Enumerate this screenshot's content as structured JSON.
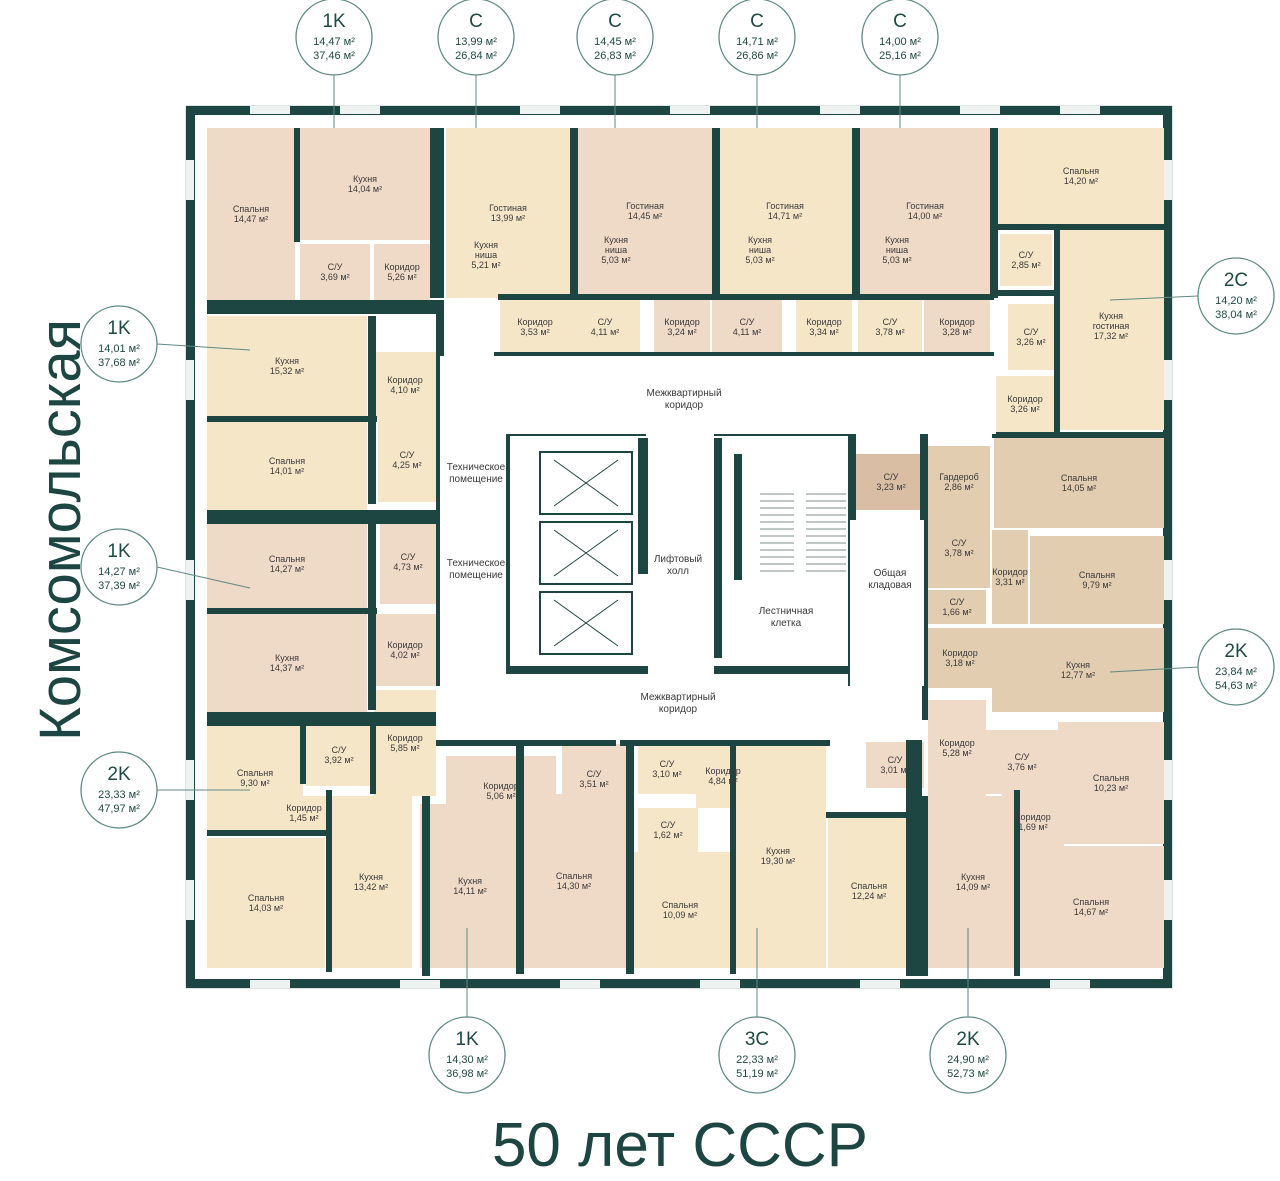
{
  "streets": {
    "left": "Комсомольская",
    "bottom": "50 лет СССР"
  },
  "colors": {
    "wall": "#1d4541",
    "bubble_stroke": "#5f8a84",
    "text": "#1f4a44"
  },
  "apartments": [
    {
      "type": "1K",
      "living": "14,47 м²",
      "total": "37,46 м²"
    },
    {
      "type": "C",
      "living": "13,99 м²",
      "total": "26,84 м²"
    },
    {
      "type": "C",
      "living": "14,45 м²",
      "total": "26,83 м²"
    },
    {
      "type": "C",
      "living": "14,71 м²",
      "total": "26,86 м²"
    },
    {
      "type": "C",
      "living": "14,00 м²",
      "total": "25,16 м²"
    },
    {
      "type": "1K",
      "living": "14,01 м²",
      "total": "37,68 м²"
    },
    {
      "type": "1K",
      "living": "14,27 м²",
      "total": "37,39 м²"
    },
    {
      "type": "2K",
      "living": "23,33 м²",
      "total": "47,97 м²"
    },
    {
      "type": "2C",
      "living": "14,20 м²",
      "total": "38,04 м²"
    },
    {
      "type": "2K",
      "living": "23,84 м²",
      "total": "54,63 м²"
    },
    {
      "type": "1K",
      "living": "14,30 м²",
      "total": "36,98 м²"
    },
    {
      "type": "3C",
      "living": "22,33 м²",
      "total": "51,19 м²"
    },
    {
      "type": "2K",
      "living": "24,90 м²",
      "total": "52,73 м²"
    }
  ],
  "rooms": [
    {
      "name": "Спальня",
      "area": "14,47 м²",
      "color": "#efd9c7"
    },
    {
      "name": "Кухня",
      "area": "14,04 м²",
      "color": "#efd9c7"
    },
    {
      "name": "С/У",
      "area": "3,69 м²",
      "color": "#efd9c7"
    },
    {
      "name": "Коридор",
      "area": "5,26 м²",
      "color": "#efd9c7"
    },
    {
      "name": "Гостиная",
      "area": "13,99 м²",
      "color": "#f5e6c8"
    },
    {
      "name": "Кухня ниша",
      "area": "5,21 м²",
      "color": "#f5e6c8"
    },
    {
      "name": "Коридор",
      "area": "3,53 м²",
      "color": "#f5e6c8"
    },
    {
      "name": "Гостиная",
      "area": "14,45 м²",
      "color": "#efd9c7"
    },
    {
      "name": "Кухня ниша",
      "area": "5,03 м²",
      "color": "#efd9c7"
    },
    {
      "name": "С/У",
      "area": "4,11 м²",
      "color": "#f5e6c8"
    },
    {
      "name": "Коридор",
      "area": "3,24 м²",
      "color": "#efd9c7"
    },
    {
      "name": "Гостиная",
      "area": "14,71 м²",
      "color": "#f5e6c8"
    },
    {
      "name": "Кухня ниша",
      "area": "5,03 м²",
      "color": "#f5e6c8"
    },
    {
      "name": "С/У",
      "area": "4,11 м²",
      "color": "#efd9c7"
    },
    {
      "name": "Коридор",
      "area": "3,34 м²",
      "color": "#f5e6c8"
    },
    {
      "name": "Гостиная",
      "area": "14,00 м²",
      "color": "#efd9c7"
    },
    {
      "name": "Кухня ниша",
      "area": "5,03 м²",
      "color": "#efd9c7"
    },
    {
      "name": "С/У",
      "area": "3,78 м²",
      "color": "#f5e6c8"
    },
    {
      "name": "Коридор",
      "area": "3,28 м²",
      "color": "#efd9c7"
    },
    {
      "name": "Спальня",
      "area": "14,20 м²",
      "color": "#f5e6c8"
    },
    {
      "name": "С/У",
      "area": "2,85 м²",
      "color": "#f5e6c8"
    },
    {
      "name": "С/У",
      "area": "3,26 м²",
      "color": "#f5e6c8"
    },
    {
      "name": "Коридор",
      "area": "3,26 м²",
      "color": "#f5e6c8"
    },
    {
      "name": "Кухня гостиная",
      "area": "17,32 м²",
      "color": "#f5e6c8"
    },
    {
      "name": "Кухня",
      "area": "15,32 м²",
      "color": "#f5e6c8"
    },
    {
      "name": "Коридор",
      "area": "4,10 м²",
      "color": "#f5e6c8"
    },
    {
      "name": "Спальня",
      "area": "14,01 м²",
      "color": "#f5e6c8"
    },
    {
      "name": "С/У",
      "area": "4,25 м²",
      "color": "#f5e6c8"
    },
    {
      "name": "Спальня",
      "area": "14,27 м²",
      "color": "#efd9c7"
    },
    {
      "name": "С/У",
      "area": "4,73 м²",
      "color": "#efd9c7"
    },
    {
      "name": "Кухня",
      "area": "14,37 м²",
      "color": "#efd9c7"
    },
    {
      "name": "Коридор",
      "area": "4,02 м²",
      "color": "#efd9c7"
    },
    {
      "name": "Спальня",
      "area": "9,30 м²",
      "color": "#f5e6c8"
    },
    {
      "name": "С/У",
      "area": "3,92 м²",
      "color": "#f5e6c8"
    },
    {
      "name": "Коридор",
      "area": "5,85 м²",
      "color": "#f5e6c8"
    },
    {
      "name": "Коридор",
      "area": "1,45 м²",
      "color": "#f5e6c8"
    },
    {
      "name": "Спальня",
      "area": "14,03 м²",
      "color": "#f5e6c8"
    },
    {
      "name": "Кухня",
      "area": "13,42 м²",
      "color": "#f5e6c8"
    },
    {
      "name": "С/У",
      "area": "3,23 м²",
      "color": "#d9bea3"
    },
    {
      "name": "Гардероб",
      "area": "2,86 м²",
      "color": "#e2cdb0"
    },
    {
      "name": "Спальня",
      "area": "14,05 м²",
      "color": "#e2cdb0"
    },
    {
      "name": "С/У",
      "area": "3,78 м²",
      "color": "#e2cdb0"
    },
    {
      "name": "Коридор",
      "area": "3,31 м²",
      "color": "#e2cdb0"
    },
    {
      "name": "Спальня",
      "area": "9,79 м²",
      "color": "#e2cdb0"
    },
    {
      "name": "С/У",
      "area": "1,66 м²",
      "color": "#e2cdb0"
    },
    {
      "name": "Коридор",
      "area": "3,18 м²",
      "color": "#e2cdb0"
    },
    {
      "name": "Кухня",
      "area": "12,77 м²",
      "color": "#e2cdb0"
    },
    {
      "name": "Коридор",
      "area": "5,06 м²",
      "color": "#efd9c7"
    },
    {
      "name": "С/У",
      "area": "3,51 м²",
      "color": "#efd9c7"
    },
    {
      "name": "Кухня",
      "area": "14,11 м²",
      "color": "#efd9c7"
    },
    {
      "name": "Спальня",
      "area": "14,30 м²",
      "color": "#efd9c7"
    },
    {
      "name": "С/У",
      "area": "3,10 м²",
      "color": "#f5e6c8"
    },
    {
      "name": "Коридор",
      "area": "4,84 м²",
      "color": "#f5e6c8"
    },
    {
      "name": "С/У",
      "area": "1,62 м²",
      "color": "#f5e6c8"
    },
    {
      "name": "Спальня",
      "area": "10,09 м²",
      "color": "#f5e6c8"
    },
    {
      "name": "Кухня",
      "area": "19,30 м²",
      "color": "#f5e6c8"
    },
    {
      "name": "Спальня",
      "area": "12,24 м²",
      "color": "#f5e6c8"
    },
    {
      "name": "С/У",
      "area": "3,01 м²",
      "color": "#efd9c7"
    },
    {
      "name": "Коридор",
      "area": "5,28 м²",
      "color": "#efd9c7"
    },
    {
      "name": "С/У",
      "area": "3,76 м²",
      "color": "#efd9c7"
    },
    {
      "name": "Коридор",
      "area": "1,69 м²",
      "color": "#efd9c7"
    },
    {
      "name": "Спальня",
      "area": "10,23 м²",
      "color": "#efd9c7"
    },
    {
      "name": "Кухня",
      "area": "14,09 м²",
      "color": "#efd9c7"
    },
    {
      "name": "Спальня",
      "area": "14,67 м²",
      "color": "#efd9c7"
    }
  ],
  "common_areas": [
    {
      "line1": "Межквартирный",
      "line2": "коридор"
    },
    {
      "line1": "Межквартирный",
      "line2": "коридор"
    },
    {
      "line1": "Техническое",
      "line2": "помещение"
    },
    {
      "line1": "Техническое",
      "line2": "помещение"
    },
    {
      "line1": "Лифтовый",
      "line2": "холл"
    },
    {
      "line1": "Лестничная",
      "line2": "клетка"
    },
    {
      "line1": "Общая",
      "line2": "кладовая"
    }
  ]
}
